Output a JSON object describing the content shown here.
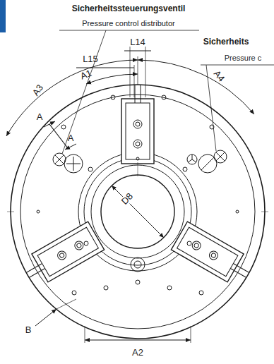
{
  "diagram": {
    "labels": [
      "Sicherheitssteuerungsventil",
      "Pressure control distributor",
      "L14",
      "L15",
      "Sicherheits",
      "Pressure c",
      "A3",
      "A1",
      "A4",
      "A",
      "A",
      "D8",
      "B",
      "A2"
    ]
  }
}
